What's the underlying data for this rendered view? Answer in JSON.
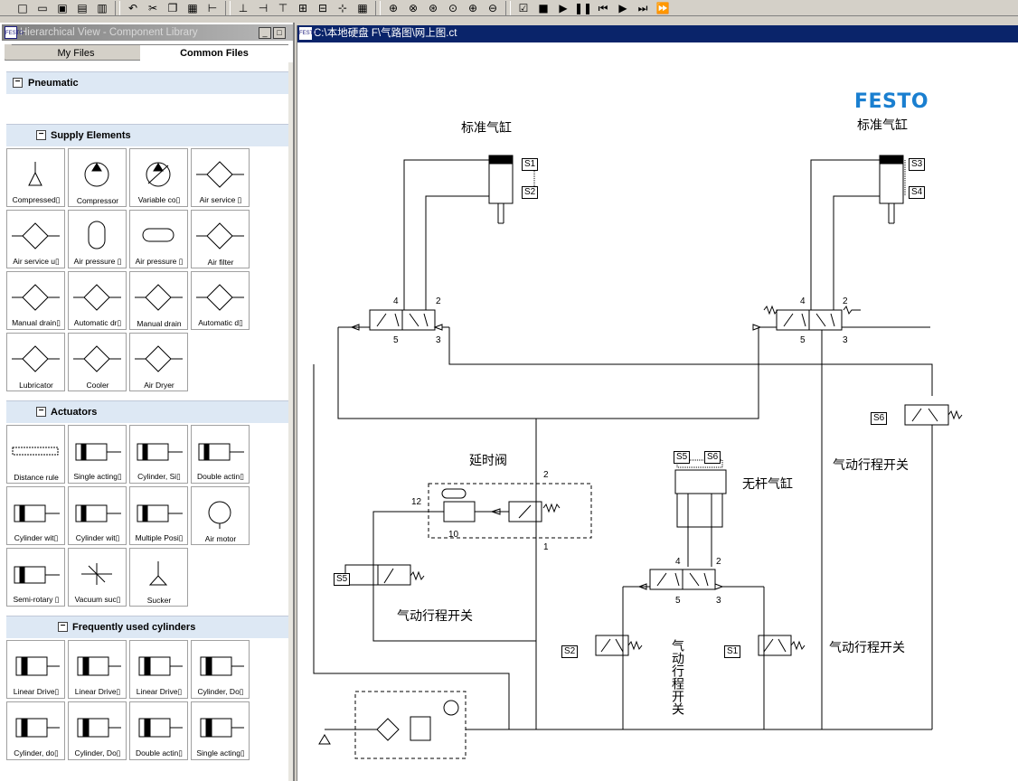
{
  "toolbar": {
    "icons": [
      "new-icon",
      "open-icon",
      "save-icon",
      "print-preview-icon",
      "print-icon",
      "undo-icon",
      "cut-icon",
      "copy-icon",
      "paste-icon",
      "align-left-icon",
      "align-center-icon",
      "align-right-icon",
      "align-top-icon",
      "align-middle-icon",
      "align-bottom-icon",
      "distribute-icon",
      "grid-icon",
      "zoom-icon",
      "zoom-window-icon",
      "zoom-all-icon",
      "zoom-fit-icon",
      "zoom-in-icon",
      "zoom-out-icon",
      "check-icon",
      "stop-icon",
      "play-icon",
      "pause-icon",
      "rewind-icon",
      "step-icon",
      "step-end-icon",
      "fast-forward-icon"
    ]
  },
  "library": {
    "title": "Hierarchical View - Component Library",
    "tab_my": "My Files",
    "tab_common": "Common Files",
    "group_pneumatic": "Pneumatic",
    "group_supply": "Supply Elements",
    "group_actuators": "Actuators",
    "group_cylinders": "Frequently used cylinders",
    "supply": [
      "Compressed▯",
      "Compressor",
      "Variable co▯",
      "Air service ▯",
      "Air service u▯",
      "Air pressure ▯",
      "Air pressure ▯",
      "Air filter",
      "Manual drain▯",
      "Automatic dr▯",
      "Manual drain",
      "Automatic d▯",
      "Lubricator",
      "Cooler",
      "Air Dryer"
    ],
    "actuators": [
      "Distance rule",
      "Single acting▯",
      "Cylinder, Si▯",
      "Double actin▯",
      "Cylinder wit▯",
      "Cylinder wit▯",
      "Multiple Posi▯",
      "Air motor",
      "Semi-rotary ▯",
      "Vacuum suc▯",
      "Sucker"
    ],
    "cylinders": [
      "Linear Drive▯",
      "Linear Drive▯",
      "Linear Drive▯",
      "Cylinder, Do▯",
      "Cylinder, do▯",
      "Cylinder, Do▯",
      "Double actin▯",
      "Single acting▯"
    ]
  },
  "document": {
    "title": "C:\\本地硬盘 F\\气路图\\网上图.ct",
    "logo": "FESTO",
    "label_cyl_left": "标准气缸",
    "label_cyl_right": "标准气缸",
    "label_delay": "延时阀",
    "label_rodless": "无杆气缸",
    "label_switch_a": "气动行程开关",
    "label_switch_b": "气动行程开关",
    "label_switch_c": "气动行程开关",
    "label_switch_vertical": "气动行程开关",
    "sensors": {
      "s1": "S1",
      "s2": "S2",
      "s3": "S3",
      "s4": "S4",
      "s5": "S5",
      "s6": "S6"
    },
    "ports": {
      "p1": "1",
      "p2": "2",
      "p3": "3",
      "p4": "4",
      "p5": "5",
      "p10": "10",
      "p12": "12"
    }
  }
}
